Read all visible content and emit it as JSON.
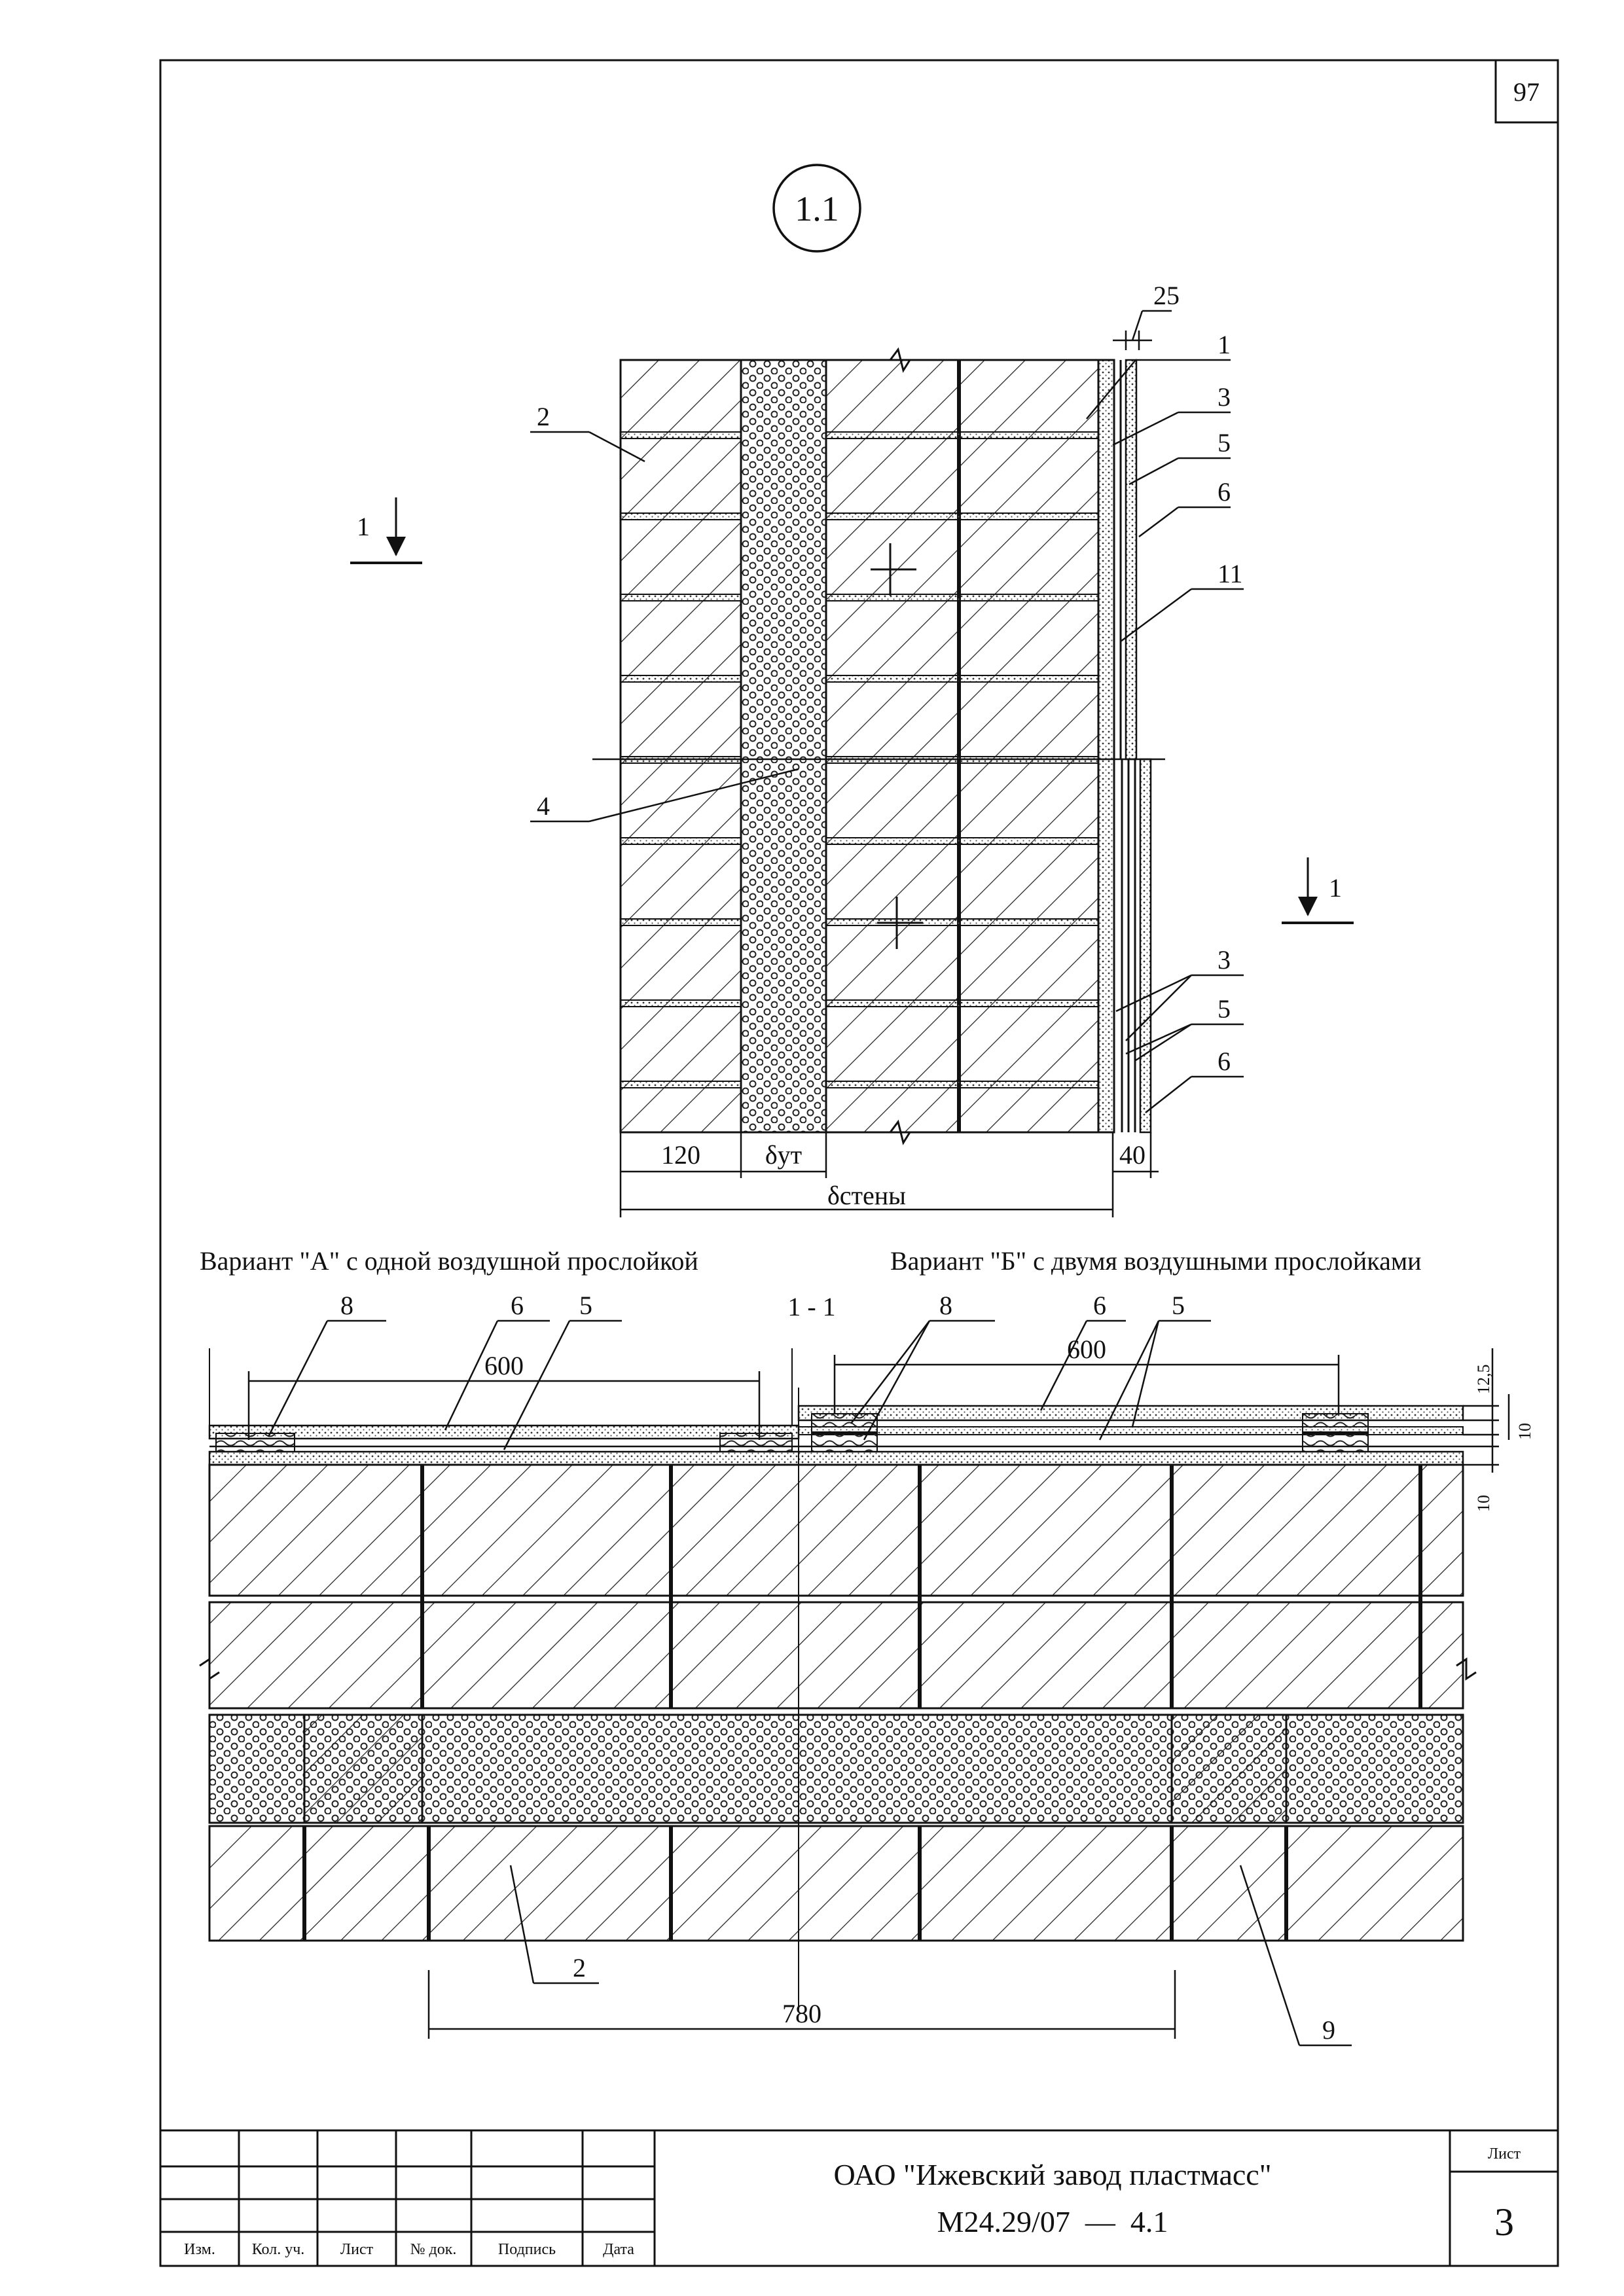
{
  "sheet_corner_number": "97",
  "node_mark": "1.1",
  "elevation": {
    "section_marker": "1",
    "dim_top": "25",
    "dim_bottom_left": "120",
    "dim_insulation": "δут",
    "dim_facing": "40",
    "dim_wall": "δстены",
    "callouts_right": [
      "1",
      "3",
      "5",
      "6",
      "11",
      "3",
      "5",
      "6"
    ],
    "callout_left_2": "2",
    "callout_left_4": "4"
  },
  "plan": {
    "variant_a_caption": "Вариант \"А\" с одной воздушной прослойкой",
    "variant_b_caption": "Вариант \"Б\" с двумя воздушными прослойками",
    "section_title": "1 - 1",
    "callouts_a": [
      "8",
      "6",
      "5"
    ],
    "callouts_b": [
      "8",
      "6",
      "5"
    ],
    "dim_a_600": "600",
    "dim_b_600": "600",
    "dim_right": [
      "12,5",
      "10",
      "10"
    ],
    "dim_780": "780",
    "callout_2": "2",
    "callout_9": "9"
  },
  "title_block": {
    "headers": [
      "Изм.",
      "Кол. уч.",
      "Лист",
      "№ док.",
      "Подпись",
      "Дата"
    ],
    "organization": "ОАО \"Ижевский завод пластмасс\"",
    "document_code": "М24.29/07  —  4.1",
    "sheet_label": "Лист",
    "sheet_number": "3"
  }
}
